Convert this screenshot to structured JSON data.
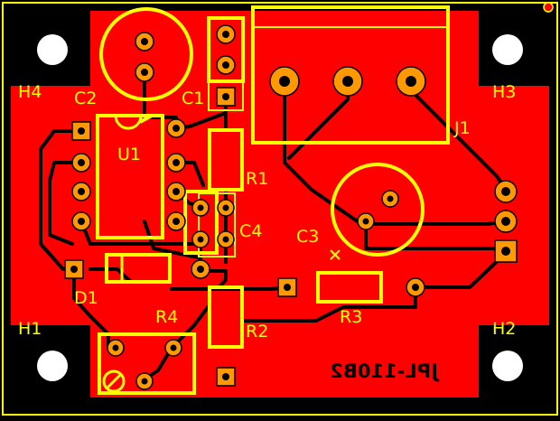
{
  "colors": {
    "background": "#000000",
    "copper": "#ff0000",
    "silkscreen": "#ffff00",
    "pad": "#ff9900",
    "trace": "#000000",
    "hole": "#ffffff"
  },
  "labels": {
    "h1": "H1",
    "h2": "H2",
    "h3": "H3",
    "h4": "H4",
    "c1": "C1",
    "c2": "C2",
    "c3": "C3",
    "c4": "C4",
    "r1": "R1",
    "r2": "R2",
    "r3": "R3",
    "r4": "R4",
    "d1": "D1",
    "u1": "U1",
    "j1": "J1",
    "board_code": "JPL-110B2"
  }
}
